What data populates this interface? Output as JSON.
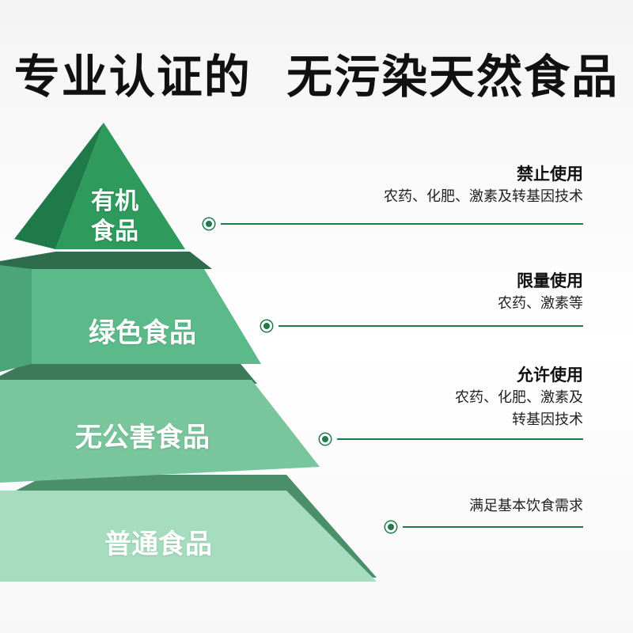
{
  "title": "专业认证的  无污染天然食品",
  "pyramid": {
    "tiers": [
      {
        "label_line1": "有机",
        "label_line2": "食品"
      },
      {
        "label": "绿色食品"
      },
      {
        "label": "无公害食品"
      },
      {
        "label": "普通食品"
      }
    ]
  },
  "info": [
    {
      "head": "禁止使用",
      "desc": [
        "农药、化肥、激素及转基因技术"
      ]
    },
    {
      "head": "限量使用",
      "desc": [
        "农药、激素等"
      ]
    },
    {
      "head": "允许使用",
      "desc": [
        "农药、化肥、激素及",
        "转基因技术"
      ]
    },
    {
      "head": "",
      "desc": [
        "满足基本饮食需求"
      ]
    }
  ],
  "colors": {
    "accent": "#1f7a4a",
    "tier_top": "#2e9a5c",
    "tier_2": "#5cba8a",
    "tier_3": "#79c59c",
    "tier_4": "#a6dcbf"
  }
}
